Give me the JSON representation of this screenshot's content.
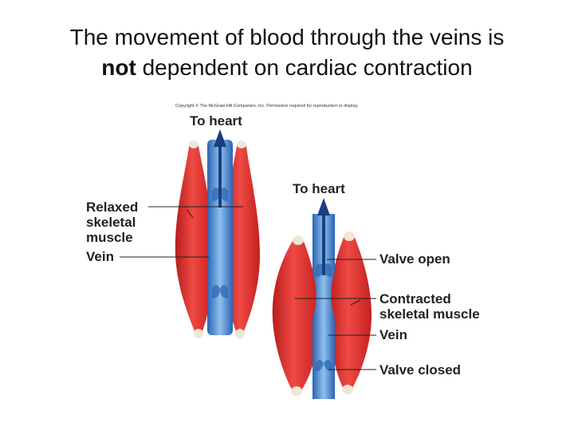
{
  "title": {
    "line1": "The movement of blood through the veins is",
    "line2_bold": "not",
    "line2_rest": " dependent on cardiac contraction"
  },
  "copyright": "Copyright © The McGraw-Hill Companies, Inc. Permission required for reproduction or display.",
  "left_panel": {
    "to_heart": "To heart",
    "labels": [
      "Relaxed",
      "skeletal",
      "muscle",
      "Vein"
    ]
  },
  "right_panel": {
    "to_heart": "To heart",
    "labels": {
      "valve_open": "Valve open",
      "contracted_1": "Contracted",
      "contracted_2": "skeletal muscle",
      "vein": "Vein",
      "valve_closed": "Valve closed"
    }
  },
  "colors": {
    "muscle": "#e02a2a",
    "muscle_dark": "#b71c1c",
    "tendon": "#efe6d6",
    "vein": "#3a7fd0",
    "vein_light": "#8fc0ee",
    "arrow": "#1a3f80"
  }
}
